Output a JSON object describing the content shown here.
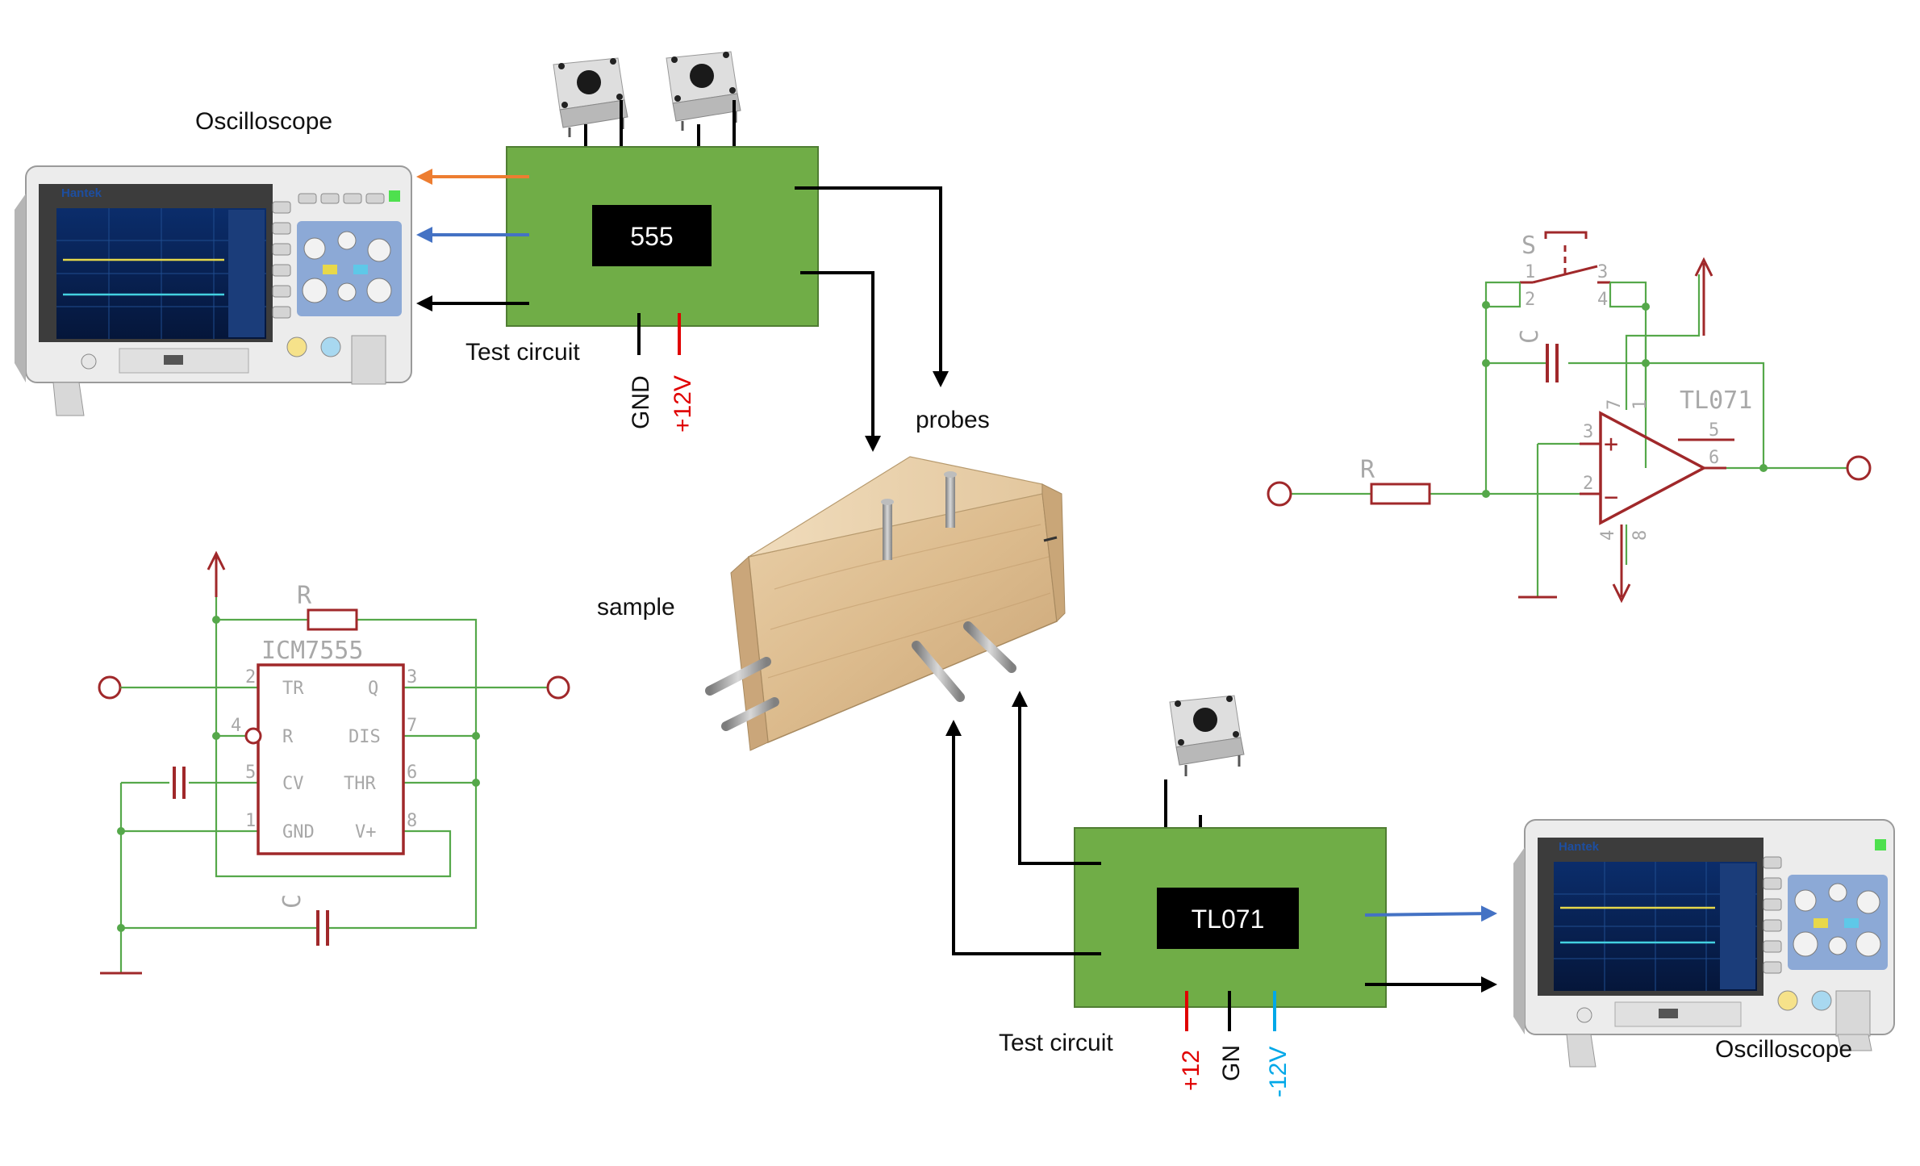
{
  "labels": {
    "oscilloscope_top": "Oscilloscope",
    "oscilloscope_bottom": "Oscilloscope",
    "test_circuit_top": "Test circuit",
    "test_circuit_bottom": "Test circuit",
    "probes": "probes",
    "sample": "sample"
  },
  "boards": {
    "top_chip": "555",
    "bottom_chip": "TL071",
    "top_power": [
      "GND",
      "+12V"
    ],
    "bottom_power": [
      "+12",
      "GN",
      "-12V"
    ]
  },
  "scope": {
    "brand": "Hantek"
  },
  "schematic_555": {
    "part": "ICM7555",
    "resistor": "R",
    "capacitor": "C",
    "pins": [
      {
        "num": "2",
        "name": "TR"
      },
      {
        "num": "4",
        "name": "R"
      },
      {
        "num": "5",
        "name": "CV"
      },
      {
        "num": "1",
        "name": "GND"
      },
      {
        "num": "3",
        "name": "Q"
      },
      {
        "num": "7",
        "name": "DIS"
      },
      {
        "num": "6",
        "name": "THR"
      },
      {
        "num": "8",
        "name": "V+"
      }
    ]
  },
  "schematic_tl071": {
    "part": "TL071",
    "switch": "S",
    "resistor": "R",
    "capacitor": "C",
    "switch_pins": [
      "1",
      "2",
      "3",
      "4"
    ],
    "pins": [
      "3",
      "2",
      "7",
      "1",
      "5",
      "6",
      "4",
      "8"
    ],
    "plus": "+",
    "minus": "−"
  },
  "colors": {
    "board": "#70ad47",
    "chip": "#000000",
    "wire_schematic": "#55a84a",
    "part_schematic": "#a0282a",
    "arrow_orange": "#ed7d31",
    "arrow_blue": "#4472c4",
    "power_red": "#e00000",
    "power_cyan": "#00a8e8"
  }
}
